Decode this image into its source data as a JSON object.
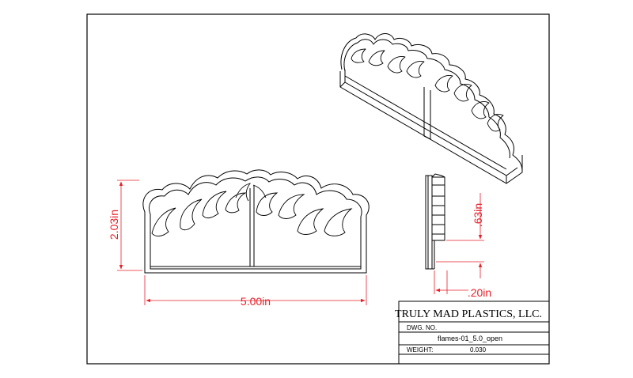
{
  "dimensions": {
    "height": "2.03in",
    "width": "5.00in",
    "depth": ".63in",
    "thickness": ".20in"
  },
  "title_block": {
    "company": "TRULY MAD PLASTICS, LLC.",
    "dwg_no_label": "DWG.  NO.",
    "dwg_no_value": "flames-01_5.0_open",
    "weight_label": "WEIGHT:",
    "weight_value": "0.030"
  },
  "colors": {
    "dimension": "#e8202a",
    "line": "#000000",
    "background": "#ffffff"
  }
}
